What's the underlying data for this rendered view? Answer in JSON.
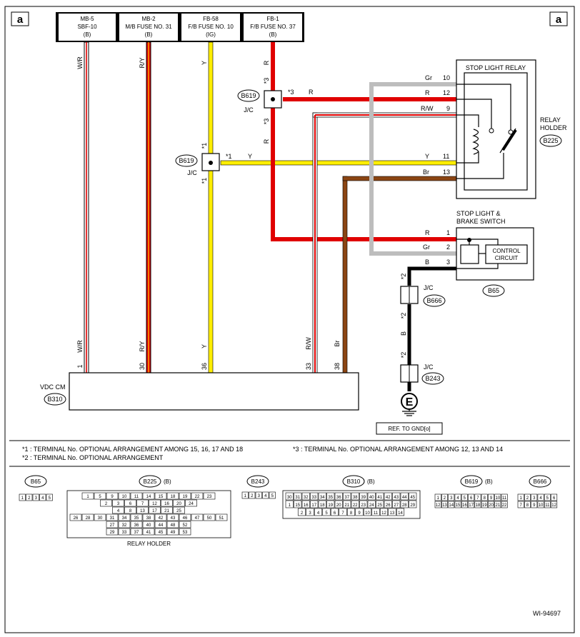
{
  "page_ref": {
    "left": "a",
    "right": "a"
  },
  "fuses": [
    {
      "line1": "MB-5",
      "line2": "SBF-10",
      "line3": "(B)"
    },
    {
      "line1": "MB-2",
      "line2": "M/B FUSE NO. 31",
      "line3": "(B)"
    },
    {
      "line1": "FB-58",
      "line2": "F/B FUSE NO. 10",
      "line3": "(IG)"
    },
    {
      "line1": "FB-1",
      "line2": "F/B FUSE NO. 37",
      "line3": "(B)"
    }
  ],
  "wires": {
    "wr": "W/R",
    "ry": "R/Y",
    "y": "Y",
    "r": "R",
    "rw": "R/W",
    "br": "Br",
    "gr": "Gr",
    "b": "B"
  },
  "notes": {
    "star1": "*1",
    "star2": "*2",
    "star3": "*3"
  },
  "junctions": {
    "upper": {
      "id": "B619",
      "type": "J/C"
    },
    "lower": {
      "id": "B619",
      "type": "J/C"
    }
  },
  "relay": {
    "title": "STOP LIGHT RELAY",
    "holder_line1": "RELAY",
    "holder_line2": "HOLDER",
    "connector": "B225",
    "pins": [
      "10",
      "12",
      "9",
      "11",
      "13"
    ]
  },
  "switch": {
    "title_line1": "STOP LIGHT &",
    "title_line2": "BRAKE SWITCH",
    "circuit_line1": "CONTROL",
    "circuit_line2": "CIRCUIT",
    "connector": "B65",
    "pins": [
      "1",
      "2",
      "3"
    ]
  },
  "ground": {
    "jc1_type": "J/C",
    "jc1_id": "B666",
    "jc2_type": "J/C",
    "jc2_id": "B243",
    "symbol": "E",
    "ref": "REF. TO GND[o]"
  },
  "vdc": {
    "label": "VDC CM",
    "connector": "B310",
    "pins": [
      "1",
      "30",
      "36",
      "33",
      "38"
    ]
  },
  "footnotes": [
    "*1  : TERMINAL No. OPTIONAL ARRANGEMENT AMONG 15, 16, 17 AND 18",
    "*2  : TERMINAL No. OPTIONAL ARRANGEMENT",
    "*3  : TERMINAL No. OPTIONAL ARRANGEMENT AMONG 12, 13 AND 14"
  ],
  "connector_faces": [
    {
      "id": "B65",
      "suffix": "",
      "rows": [
        [
          "1",
          "2",
          "3",
          "4",
          "5"
        ]
      ]
    },
    {
      "id": "B225",
      "suffix": "(B)",
      "caption": "RELAY HOLDER",
      "rows": [
        [
          "1",
          "5",
          "9",
          "10",
          "11",
          "14",
          "15",
          "18",
          "19",
          "22",
          "23"
        ],
        [
          "2",
          "3",
          "6",
          "7",
          "12",
          "16",
          "20",
          "24"
        ],
        [
          "4",
          "8",
          "13",
          "17",
          "21",
          "25"
        ],
        [
          "26",
          "28",
          "30",
          "31",
          "34",
          "35",
          "38",
          "42",
          "43",
          "46",
          "47",
          "50",
          "51"
        ],
        [
          "27",
          "32",
          "36",
          "40",
          "44",
          "48",
          "52"
        ],
        [
          "29",
          "33",
          "37",
          "41",
          "45",
          "49",
          "53"
        ]
      ]
    },
    {
      "id": "B243",
      "suffix": "",
      "rows": [
        [
          "1",
          "2",
          "3",
          "4",
          "5"
        ]
      ]
    },
    {
      "id": "B310",
      "suffix": "(B)",
      "rows": [
        [
          "30",
          "31",
          "32",
          "33",
          "34",
          "35",
          "36",
          "37",
          "38",
          "39",
          "40",
          "41",
          "42",
          "43",
          "44",
          "45"
        ],
        [
          "1",
          "15",
          "16",
          "17",
          "18",
          "19",
          "20",
          "21",
          "22",
          "23",
          "24",
          "25",
          "26",
          "27",
          "28",
          "29"
        ],
        [
          "2",
          "3",
          "4",
          "5",
          "6",
          "7",
          "8",
          "9",
          "10",
          "11",
          "12",
          "13",
          "14"
        ]
      ]
    },
    {
      "id": "B619",
      "suffix": "(B)",
      "rows": [
        [
          "1",
          "2",
          "3",
          "4",
          "5",
          "6",
          "7",
          "8",
          "9",
          "10",
          "11"
        ],
        [
          "12",
          "13",
          "14",
          "15",
          "16",
          "17",
          "18",
          "19",
          "20",
          "21",
          "22"
        ]
      ]
    },
    {
      "id": "B666",
      "suffix": "",
      "rows": [
        [
          "1",
          "2",
          "3",
          "4",
          "5",
          "6"
        ],
        [
          "7",
          "8",
          "9",
          "10",
          "11",
          "12"
        ]
      ]
    }
  ],
  "figure_id": "WI-94697"
}
